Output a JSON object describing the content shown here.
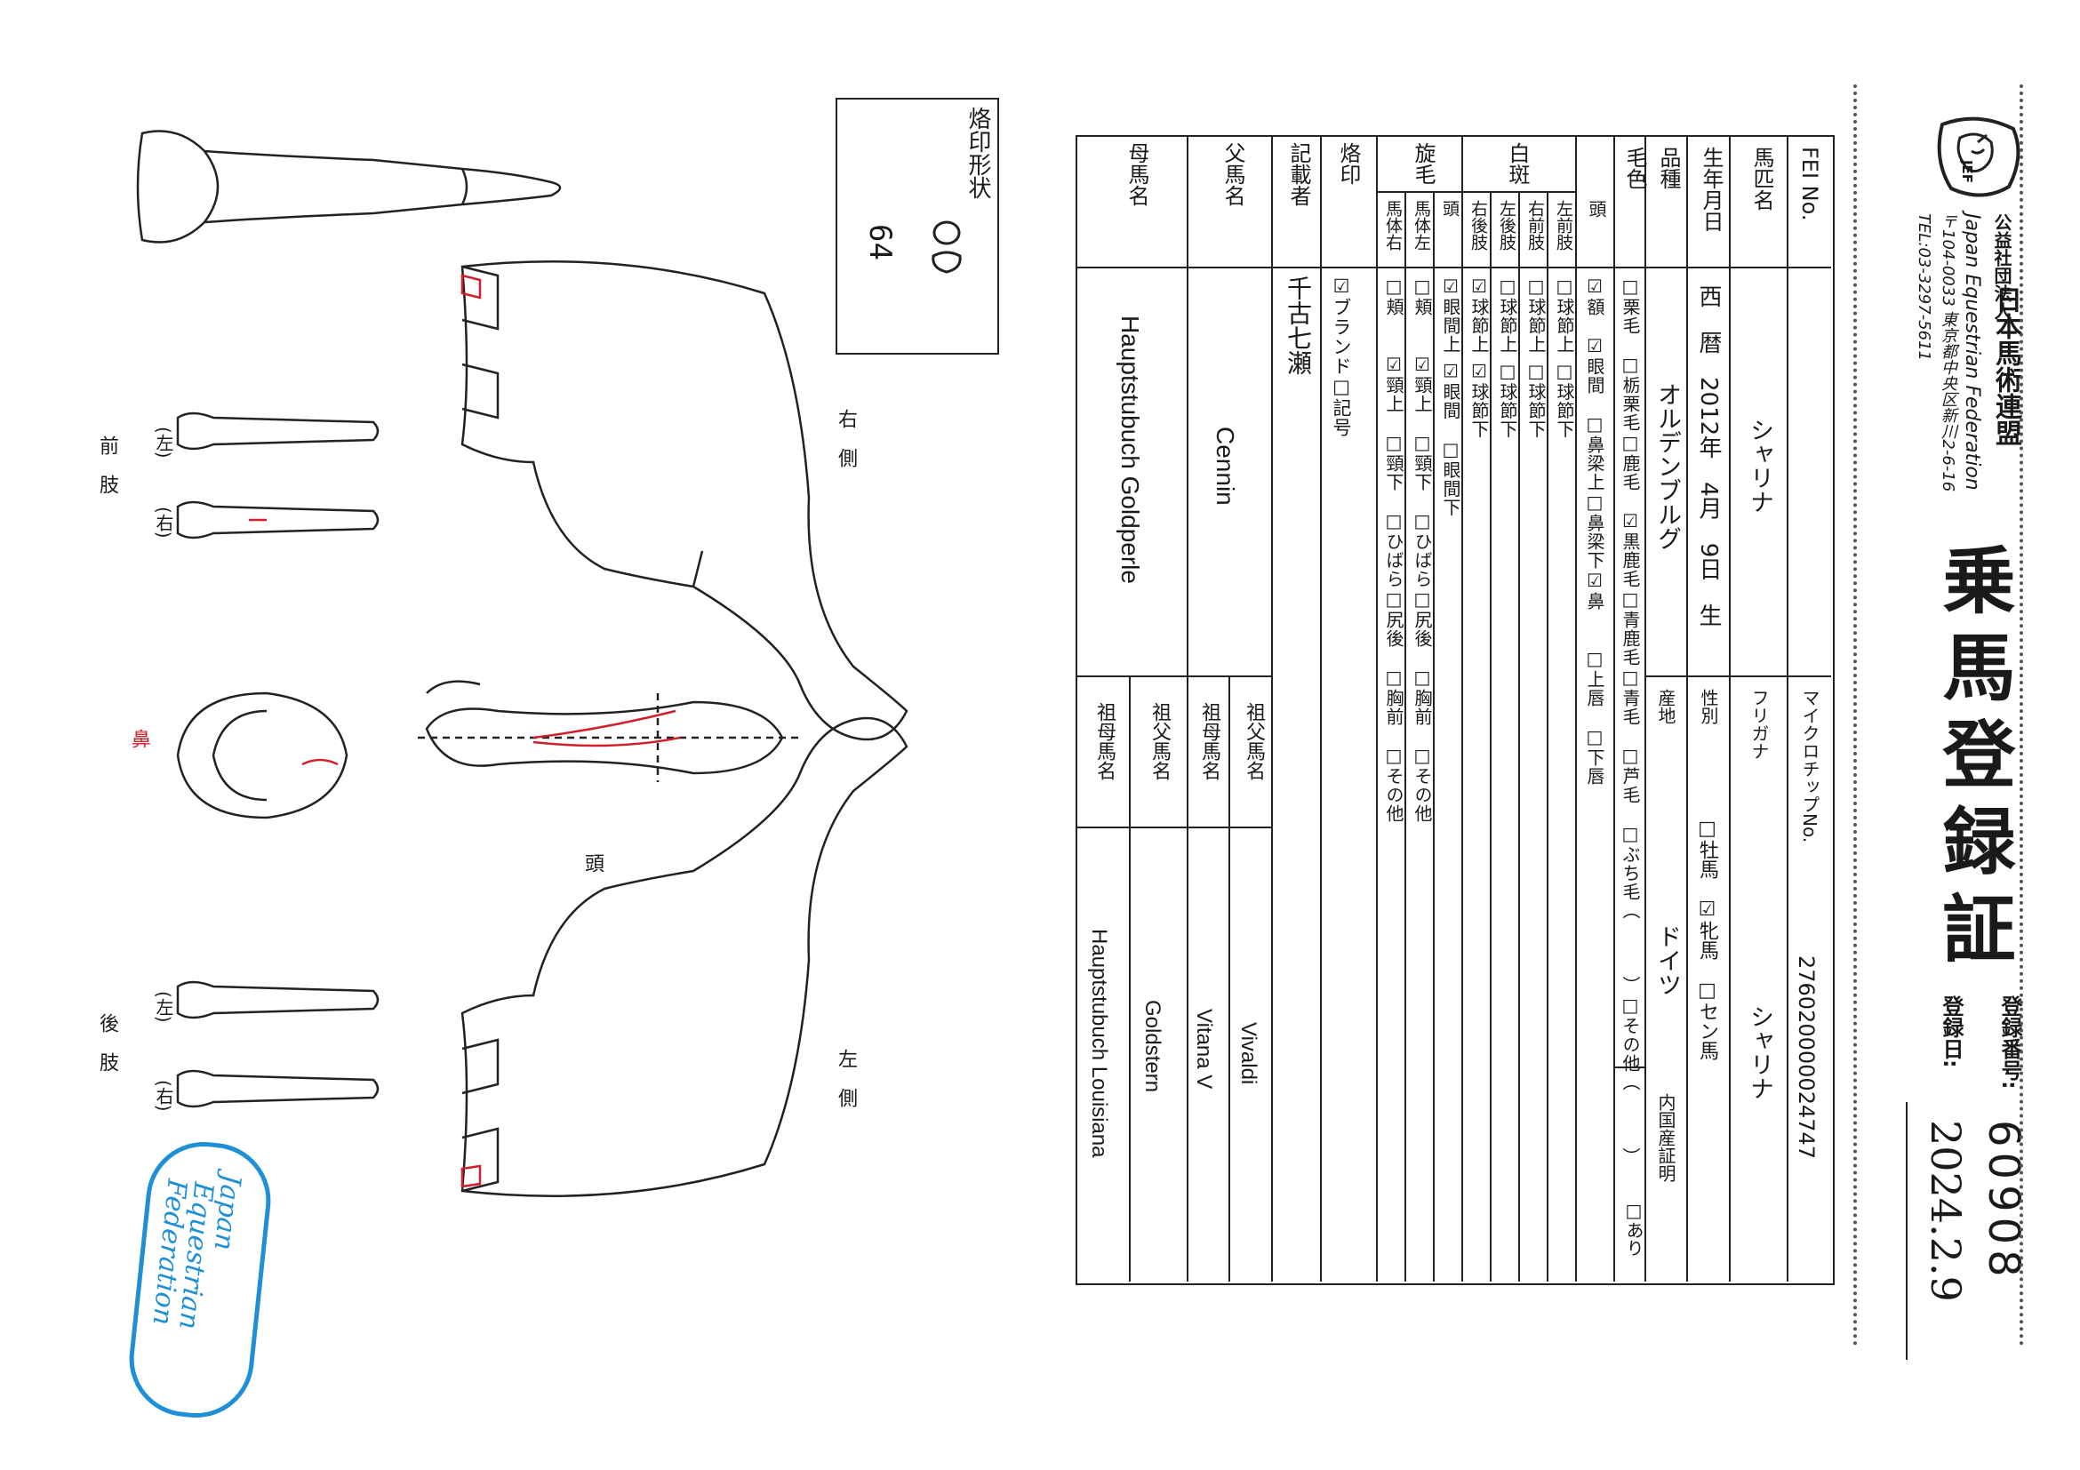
{
  "header": {
    "title": "乗馬登録証",
    "org_prefix": "公益社団法人",
    "org_name_jp": "日本馬術連盟",
    "org_name_en": "Japan Equestrian Federation",
    "address": "〒104-0033 東京都中央区新川2-6-16",
    "tel": "TEL:03-3297-5611",
    "logo_text": "JEF",
    "reg_number_label": "登録番号:",
    "reg_number": "60908",
    "reg_date_label": "登録日:",
    "reg_date": "2024.2.9"
  },
  "form": {
    "fei_label": "FEI No.",
    "microchip_label": "マイクロチップNo.",
    "microchip_value": "276020000024747",
    "horse_name_label": "馬匹名",
    "horse_name": "シャリナ",
    "furigana_label": "フリガナ",
    "furigana": "シャリナ",
    "birth_label": "生年月日",
    "birth_value": "西　暦　2012年　4月　9日　生",
    "sex_label": "性別",
    "sex_options": "□牡馬　☑牝馬　□セン馬",
    "breed_label": "品種",
    "breed_value": "オルデンブルグ",
    "origin_label": "産地",
    "origin_value": "ドイツ",
    "domestic_label": "内国産証明",
    "domestic_option": "□あり",
    "color_label": "毛色",
    "color_options": "□栗毛　□栃栗毛□鹿毛　☑黒鹿毛□青鹿毛□青毛　□芦毛　□ぶち毛（　　　）□その他（　　　）",
    "white_label": "白斑",
    "white_head_label": "頭",
    "white_head_options": "☑額　☑眼間　□鼻梁上□鼻梁下☑鼻　　□上唇　□下唇",
    "lf_label": "左前肢",
    "lf_options": "□球節上 □球節下",
    "rf_label": "右前肢",
    "rf_options": "□球節上 □球節下",
    "lh_label": "左後肢",
    "lh_options": "□球節上 □球節下",
    "rh_label": "右後肢",
    "rh_options": "☑球節上 ☑球節下",
    "whorl_label": "旋毛",
    "whorl_head_label": "頭",
    "whorl_head_options": "☑眼間上 ☑眼間　□眼間下",
    "whorl_left_label": "馬体左",
    "whorl_left_options": "□頬　　☑頸上　□頸下　□ひばら□尻後　□胸前　□その他",
    "whorl_right_label": "馬体右",
    "whorl_right_options": "□頬　　☑頸上　□頸下　□ひばら□尻後　□胸前　□その他",
    "brand_label": "烙印",
    "brand_options": "☑ブランド□記号",
    "writer_label": "記載者",
    "writer_value": "千古七瀬",
    "sire_label": "父馬名",
    "sire_value": "Cennin",
    "dam_label": "母馬名",
    "dam_value": "Hauptstubuch Goldperle",
    "gs_label": "祖父馬名",
    "gs_value": "Vivaldi",
    "gd_label": "祖母馬名",
    "gd_value": "Vitana V",
    "dgs_label": "祖父馬名",
    "dgs_value": "Goldstern",
    "dgd_label": "祖母馬名",
    "dgd_value": "Hauptstubuch Louisiana"
  },
  "diagram": {
    "brand_shape_label": "烙印形状",
    "brand_mark": "64",
    "right_side": "右　側",
    "left_side": "左　側",
    "head": "頭",
    "nose": "鼻",
    "forelimbs": "前　肢",
    "hindlimbs": "後　肢",
    "left": "(左)",
    "right": "(右)"
  },
  "stamp": {
    "text1": "Japan",
    "text2": "Equestrian",
    "text3": "Federation"
  },
  "colors": {
    "ink": "#1a1a1a",
    "marking_red": "#d0202a",
    "stamp_blue": "#1f8fd6"
  }
}
